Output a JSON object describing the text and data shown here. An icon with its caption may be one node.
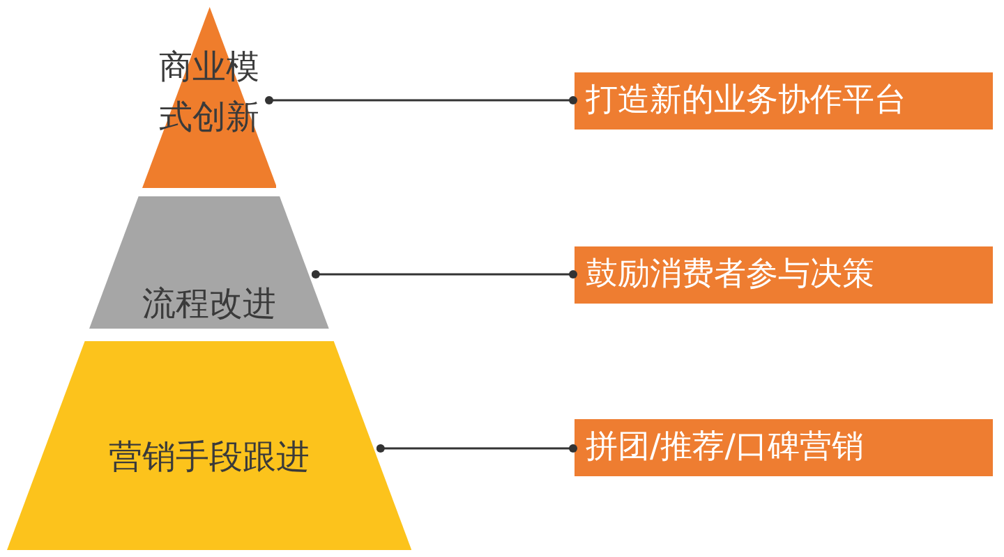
{
  "diagram": {
    "nodes": [
      {
        "text": [
          "商业模式创新"
        ]
      },
      {
        "text": [
          "流程改进"
        ]
      },
      {
        "text": [
          "营销手段跟进"
        ]
      },
      {
        "text": [
          "打造新的业务协作平台"
        ]
      },
      {
        "text": [
          "鼓励消费者参与决策"
        ]
      },
      {
        "text": [
          "拼团/推荐/口碑营销"
        ]
      }
    ],
    "edges": [
      {
        "from": 0,
        "to": 3,
        "arrow": "other"
      },
      {
        "from": 1,
        "to": 4,
        "arrow": "other"
      },
      {
        "from": 2,
        "to": 5,
        "arrow": "other"
      }
    ]
  }
}
